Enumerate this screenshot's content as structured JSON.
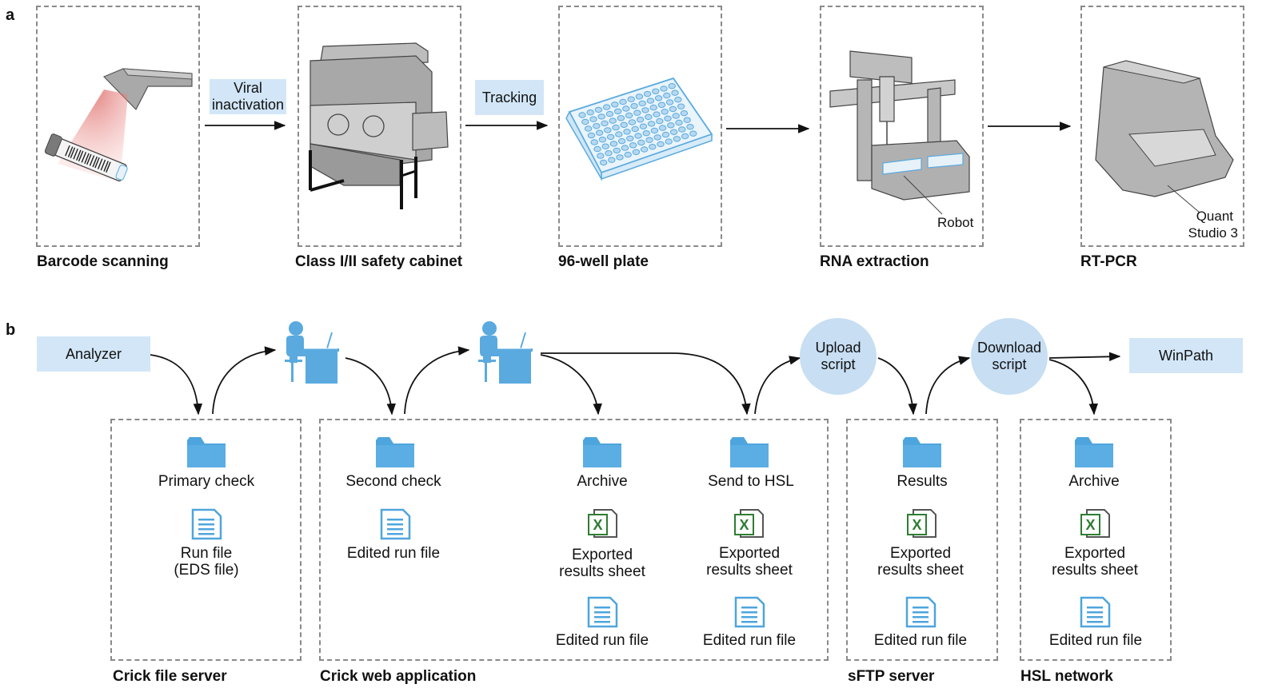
{
  "panel_a": {
    "letter": "a",
    "stations": [
      {
        "caption": "Barcode scanning"
      },
      {
        "caption": "Class I/II safety cabinet"
      },
      {
        "caption": "96-well plate"
      },
      {
        "caption": "RNA extraction",
        "note": "Robot"
      },
      {
        "caption": "RT-PCR",
        "note_line1": "Quant",
        "note_line2": "Studio 3"
      }
    ],
    "arrow_labels": {
      "viral_line1": "Viral",
      "viral_line2": "inactivation",
      "tracking": "Tracking"
    }
  },
  "panel_b": {
    "letter": "b",
    "analyzer": "Analyzer",
    "upload_line1": "Upload",
    "upload_line2": "script",
    "download_line1": "Download",
    "download_line2": "script",
    "winpath": "WinPath",
    "boxes": {
      "crick_file_server": "Crick file server",
      "crick_web_application": "Crick web application",
      "sftp_server": "sFTP server",
      "hsl_network": "HSL network"
    },
    "folders": {
      "primary_check": "Primary check",
      "second_check": "Second check",
      "archive_web": "Archive",
      "send_to_hsl": "Send to HSL",
      "results": "Results",
      "archive_hsl": "Archive"
    },
    "files": {
      "run_file_line1": "Run file",
      "run_file_line2": "(EDS file)",
      "edited_run_file": "Edited run file",
      "exported_line1": "Exported",
      "exported_line2": "results sheet"
    },
    "icons": [
      "barcode-scanner-icon",
      "safety-cabinet-icon",
      "well-plate-icon",
      "robot-icon",
      "pcr-machine-icon",
      "person-at-desk-icon",
      "folder-icon",
      "document-icon",
      "excel-icon"
    ],
    "colors": {
      "accent_blue": "#5aaadf",
      "label_fill": "#d2e6f7",
      "circle_fill": "#c7def3",
      "excel_green": "#2e7d32"
    }
  }
}
